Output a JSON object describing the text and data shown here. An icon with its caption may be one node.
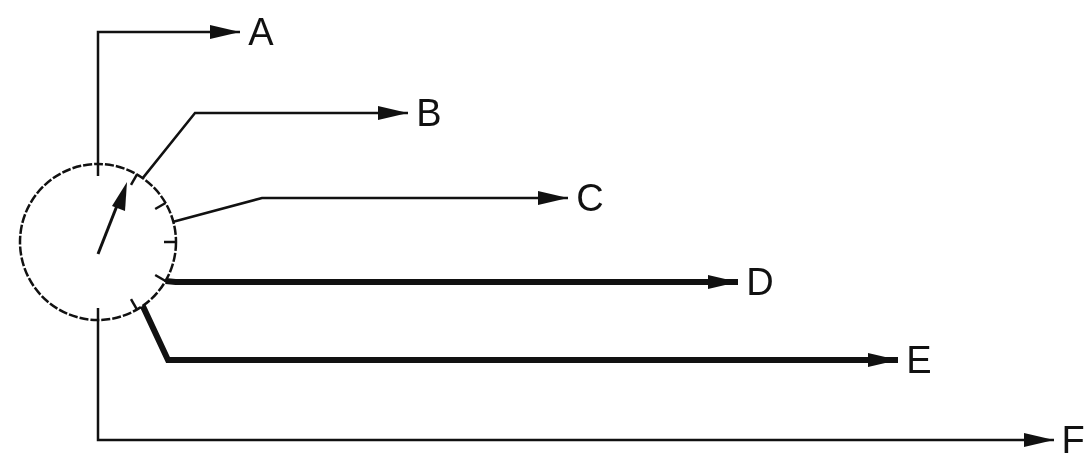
{
  "diagram": {
    "nodes": [
      {
        "text": [],
        "shape": "circle"
      },
      {
        "text": [
          "A"
        ]
      },
      {
        "text": [
          "B"
        ]
      },
      {
        "text": [
          "C"
        ]
      },
      {
        "text": [
          "D"
        ]
      },
      {
        "text": [
          "E"
        ]
      },
      {
        "text": [
          "F"
        ]
      }
    ],
    "edges": [
      {
        "from": 0,
        "to": 1,
        "arrow": "to"
      },
      {
        "from": 0,
        "to": 2,
        "arrow": "to"
      },
      {
        "from": 0,
        "to": 3,
        "arrow": "to"
      },
      {
        "from": 0,
        "to": 4,
        "arrow": "to",
        "style": "thick"
      },
      {
        "from": 0,
        "to": 5,
        "arrow": "to",
        "style": "thick"
      },
      {
        "from": 0,
        "to": 6,
        "arrow": "to"
      }
    ]
  }
}
